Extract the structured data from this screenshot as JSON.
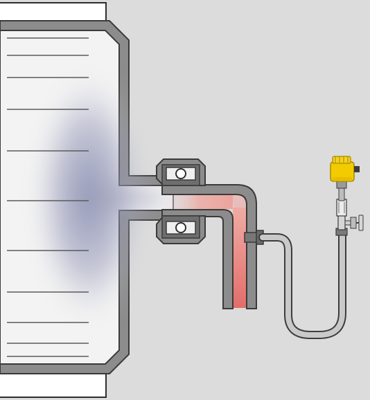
{
  "diagram": {
    "kind": "industrial process schematic",
    "components": [
      {
        "id": "vessel",
        "label": ""
      },
      {
        "id": "bearing-upper",
        "label": ""
      },
      {
        "id": "bearing-lower",
        "label": ""
      },
      {
        "id": "elbow-pipe",
        "label": ""
      },
      {
        "id": "impulse-line",
        "label": ""
      },
      {
        "id": "pressure-transmitter",
        "label": ""
      }
    ],
    "colors": {
      "background": "#dcdcdc",
      "vessel_outline": "#4a4a4a",
      "vessel_interior": "#f3f3f3",
      "process_haze": "#7d83a8",
      "pipe_wall": "#7e7e7e",
      "heated_medium": "#e88a86",
      "transmitter_housing": "#f2cc00",
      "fittings": "#9a9a9a"
    },
    "icons": [
      "ball-bearing-icon",
      "valve-handle-icon",
      "transmitter-icon"
    ]
  }
}
